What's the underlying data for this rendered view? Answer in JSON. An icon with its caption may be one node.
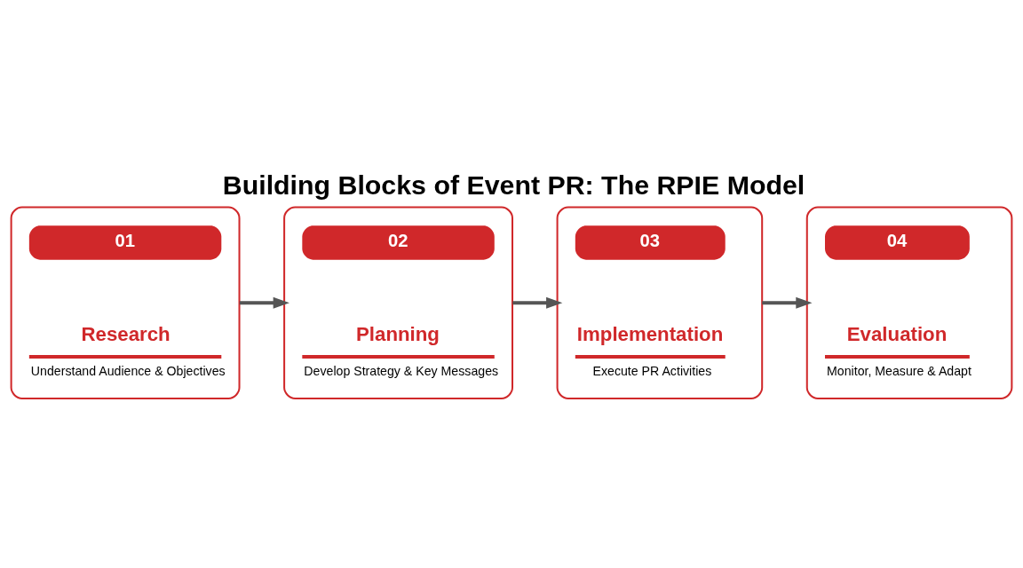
{
  "diagram": {
    "title": "Building Blocks of Event PR: The RPIE Model",
    "nodes": [
      {
        "text": [
          "01",
          "Research",
          "Understand Audience & Objectives"
        ]
      },
      {
        "text": [
          "02",
          "Planning",
          "Develop Strategy & Key Messages"
        ]
      },
      {
        "text": [
          "03",
          "Implementation",
          "Execute PR Activities"
        ]
      },
      {
        "text": [
          "04",
          "Evaluation",
          "Monitor, Measure & Adapt"
        ]
      }
    ],
    "edges": [
      {
        "from": 0,
        "to": 1,
        "arrow": "to"
      },
      {
        "from": 1,
        "to": 2,
        "arrow": "to"
      },
      {
        "from": 2,
        "to": 3,
        "arrow": "to"
      }
    ]
  }
}
